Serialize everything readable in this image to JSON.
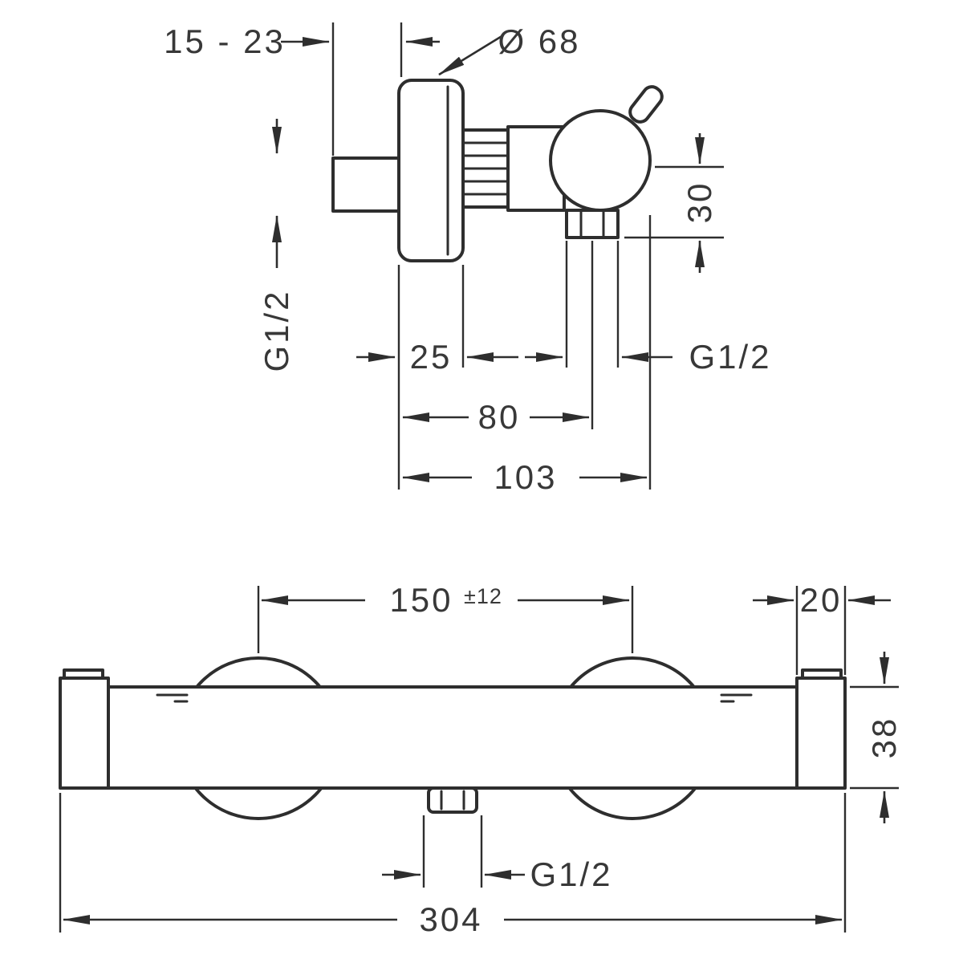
{
  "colors": {
    "ink": "#2e2e2e",
    "background": "#ffffff"
  },
  "side_view": {
    "dim_wall_range": "15 - 23",
    "dim_escutcheon_diameter": "Ø 68",
    "dim_outlet_drop": "30",
    "label_inlet_thread": "G1/2",
    "dim_escutcheon_depth": "25",
    "label_outlet_thread": "G1/2",
    "dim_outlet_projection": "80",
    "dim_total_projection": "103"
  },
  "front_view": {
    "dim_center_distance": "150",
    "dim_center_tolerance": "±12",
    "dim_end_cap": "20",
    "dim_body_height": "38",
    "label_outlet_thread": "G1/2",
    "dim_overall_width": "304"
  }
}
